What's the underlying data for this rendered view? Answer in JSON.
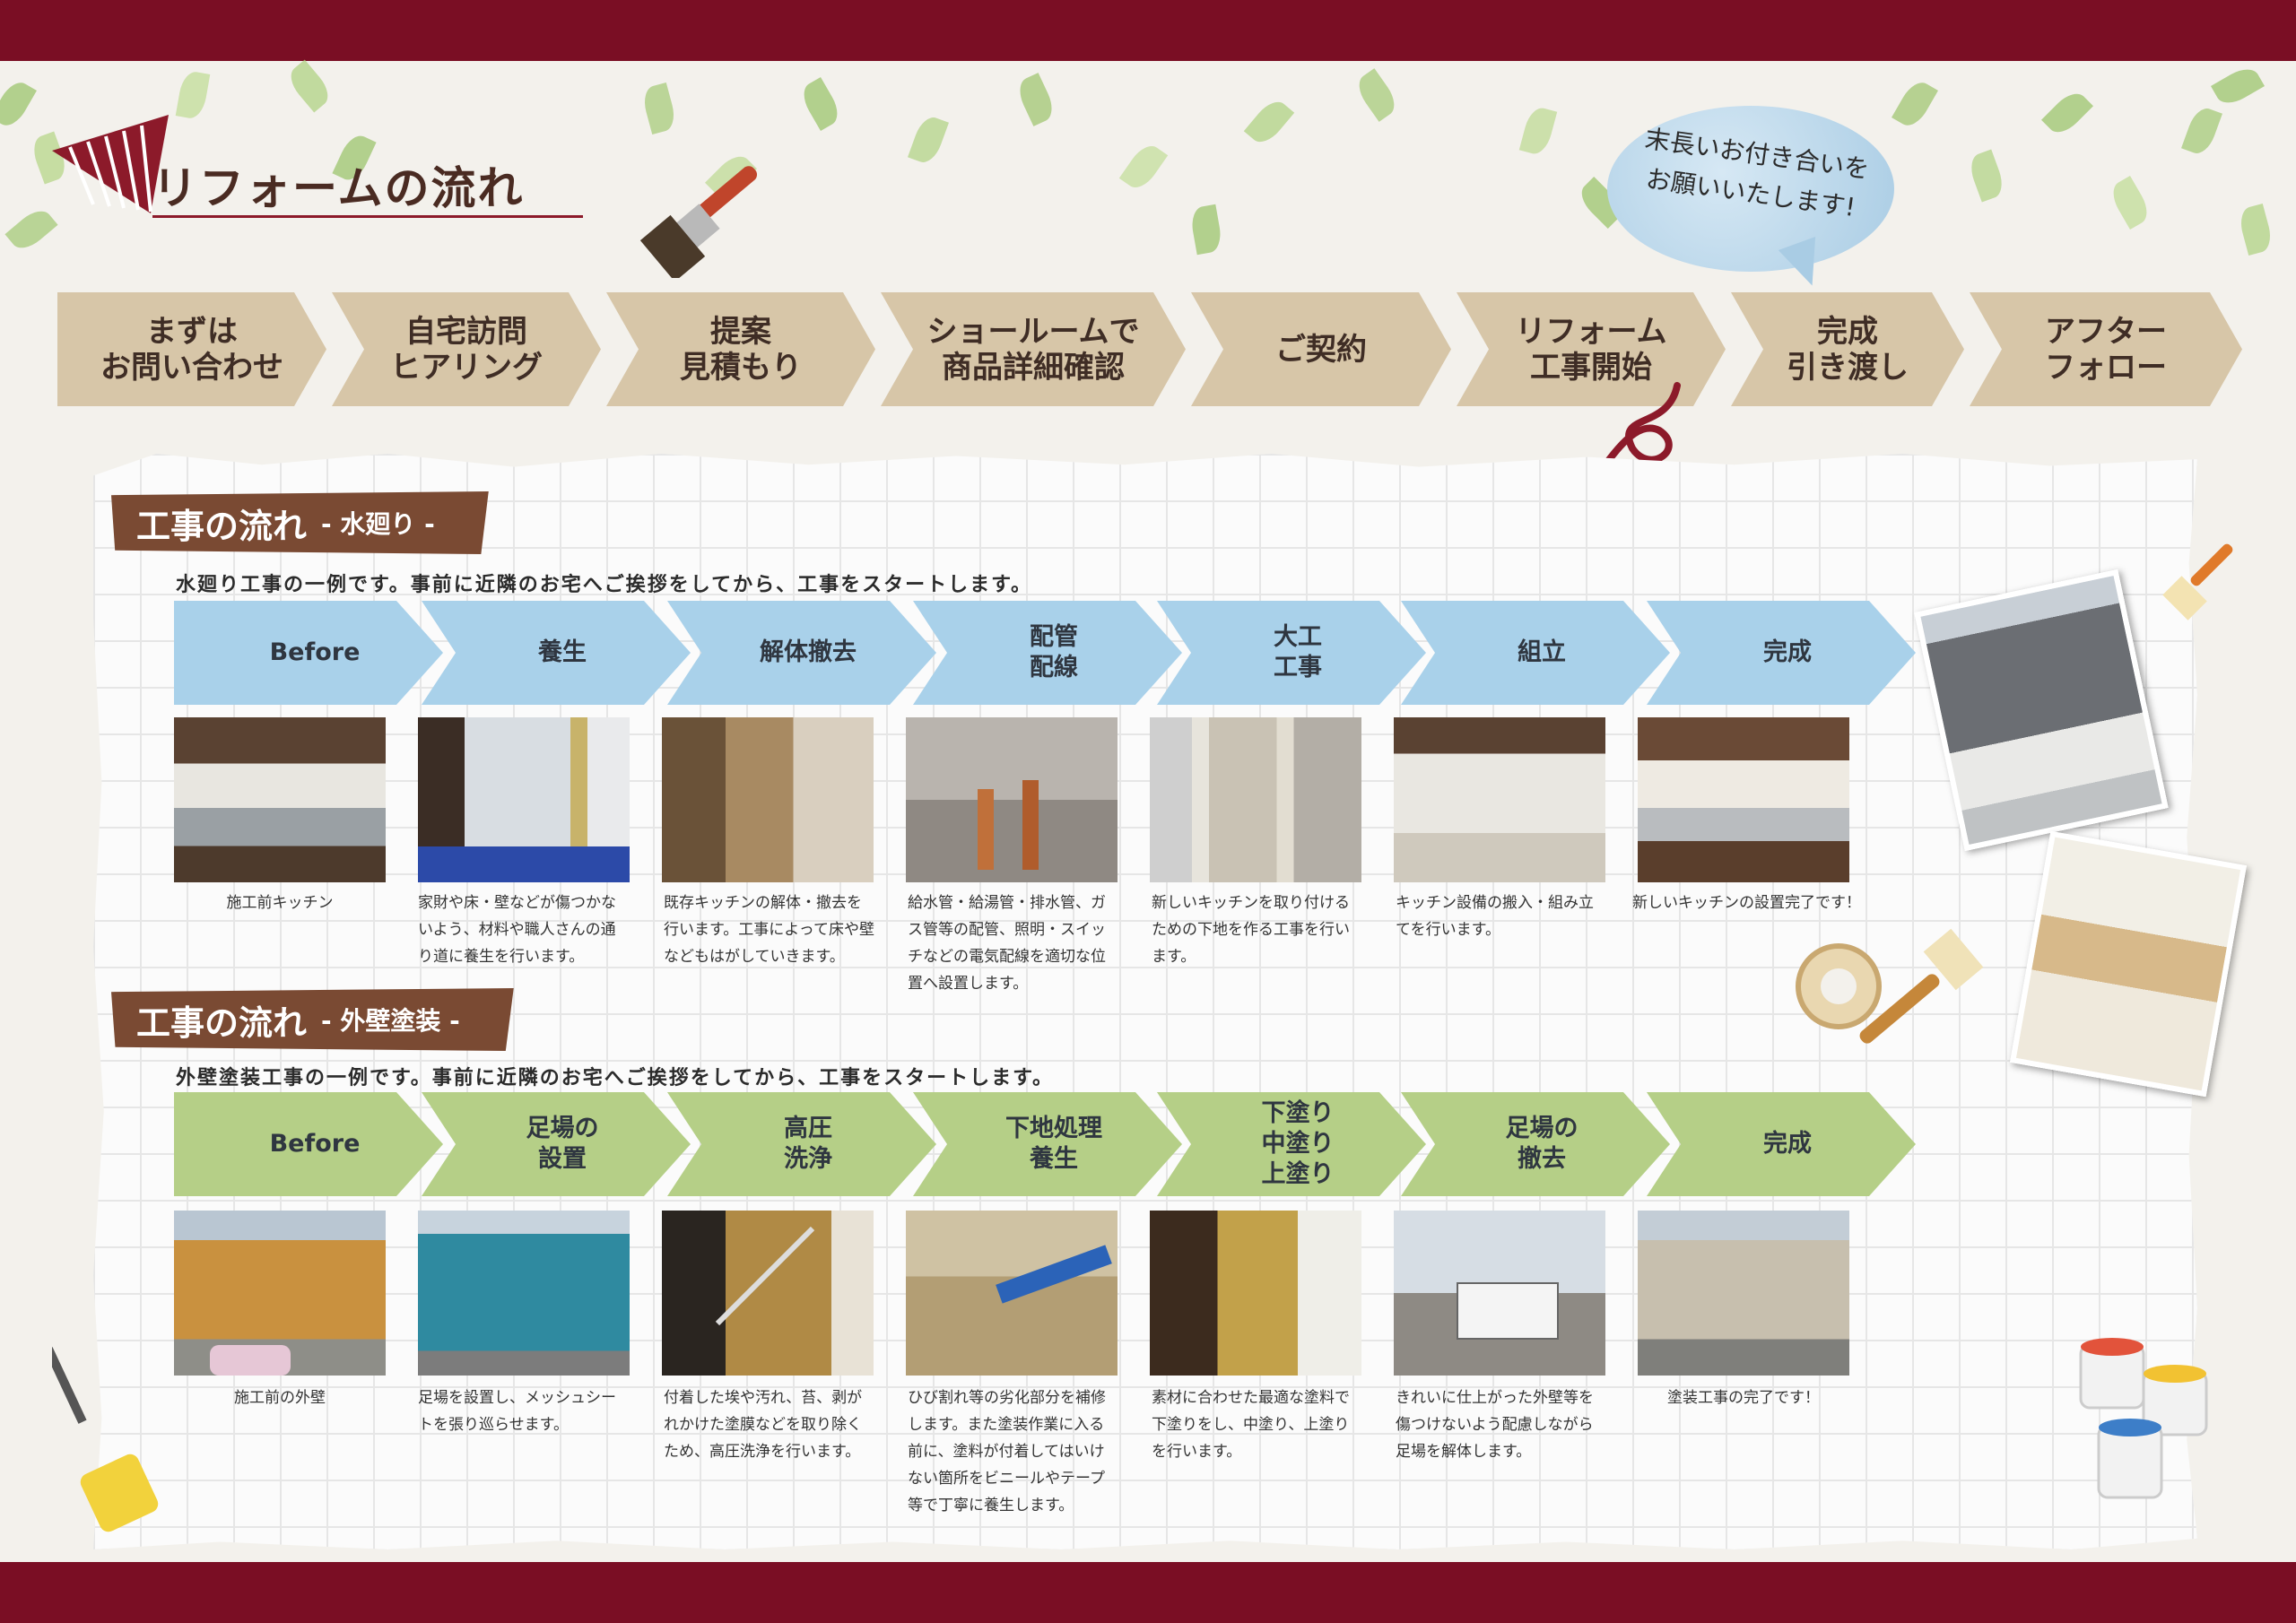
{
  "page": {
    "title": "リフォームの流れ",
    "bubble_lines": [
      "末長いお付き合いを",
      "お願いいたします!"
    ]
  },
  "process": [
    {
      "line1": "まずは",
      "line2": "お問い合わせ"
    },
    {
      "line1": "自宅訪問",
      "line2": "ヒアリング"
    },
    {
      "line1": "提案",
      "line2": "見積もり"
    },
    {
      "line1": "ショールームで",
      "line2": "商品詳細確認"
    },
    {
      "line1": "ご契約",
      "line2": ""
    },
    {
      "line1": "リフォーム",
      "line2": "工事開始"
    },
    {
      "line1": "完成",
      "line2": "引き渡し"
    },
    {
      "line1": "アフター",
      "line2": "フォロー"
    }
  ],
  "water": {
    "title": "工事の流れ",
    "subtitle": "- 水廻り -",
    "description": "水廻り工事の一例です。事前に近隣のお宅へご挨拶をしてから、工事をスタートします。",
    "steps": [
      {
        "line1": "Before",
        "line2": ""
      },
      {
        "line1": "養生",
        "line2": ""
      },
      {
        "line1": "解体撤去",
        "line2": ""
      },
      {
        "line1": "配管",
        "line2": "配線"
      },
      {
        "line1": "大工",
        "line2": "工事"
      },
      {
        "line1": "組立",
        "line2": ""
      },
      {
        "line1": "完成",
        "line2": ""
      }
    ],
    "captions": [
      "施工前キッチン",
      "家財や床・壁などが傷つかないよう、材料や職人さんの通り道に養生を行います。",
      "既存キッチンの解体・撤去を行います。工事によって床や壁などもはがしていきます。",
      "給水管・給湯管・排水管、ガス管等の配管、照明・スイッチなどの電気配線を適切な位置へ設置します。",
      "新しいキッチンを取り付けるための下地を作る工事を行います。",
      "キッチン設備の搬入・組み立てを行います。",
      "新しいキッチンの設置完了です！"
    ]
  },
  "exterior": {
    "title": "工事の流れ",
    "subtitle": "- 外壁塗装 -",
    "description": "外壁塗装工事の一例です。事前に近隣のお宅へご挨拶をしてから、工事をスタートします。",
    "steps": [
      {
        "line1": "Before",
        "line2": "",
        "line3": ""
      },
      {
        "line1": "足場の",
        "line2": "設置",
        "line3": ""
      },
      {
        "line1": "高圧",
        "line2": "洗浄",
        "line3": ""
      },
      {
        "line1": "下地処理",
        "line2": "養生",
        "line3": ""
      },
      {
        "line1": "下塗り",
        "line2": "中塗り",
        "line3": "上塗り"
      },
      {
        "line1": "足場の",
        "line2": "撤去",
        "line3": ""
      },
      {
        "line1": "完成",
        "line2": "",
        "line3": ""
      }
    ],
    "captions": [
      "施工前の外壁",
      "足場を設置し、メッシュシートを張り巡らせます。",
      "付着した埃や汚れ、苔、剥がれかけた塗膜などを取り除くため、高圧洗浄を行います。",
      "ひび割れ等の劣化部分を補修します。また塗装作業に入る前に、塗料が付着してはいけない箇所をビニールやテープ等で丁寧に養生します。",
      "素材に合わせた最適な塗料で下塗りをし、中塗り、上塗りを行います。",
      "きれいに仕上がった外壁等を傷つけないよう配慮しながら足場を解体します。",
      "塗装工事の完了です！"
    ]
  },
  "colors": {
    "band": "#7a0e24",
    "process_step": "#d7c6a8",
    "water_step": "#a9d1ea",
    "exterior_step": "#b5cf87",
    "section_title": "#7a4a33"
  }
}
